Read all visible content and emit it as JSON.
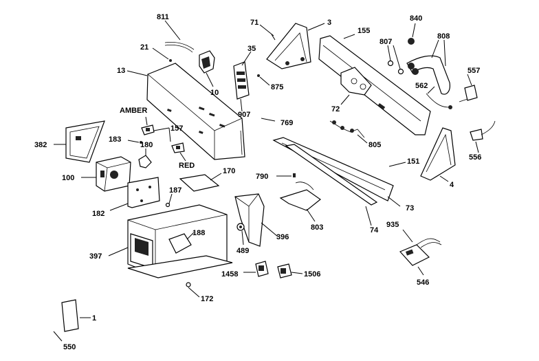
{
  "diagram": {
    "callouts": {
      "c811": "811",
      "c21": "21",
      "c13": "13",
      "c10": "10",
      "c35": "35",
      "c71": "71",
      "c3": "3",
      "c155": "155",
      "c840": "840",
      "c807": "807",
      "c808": "808",
      "c557": "557",
      "c562": "562",
      "c875": "875",
      "c72": "72",
      "c907": "907",
      "c769": "769",
      "c805": "805",
      "c382": "382",
      "c183": "183",
      "c180": "180",
      "c157": "157",
      "c100": "100",
      "c187": "187",
      "c170": "170",
      "c182": "182",
      "c790": "790",
      "c151": "151",
      "c556": "556",
      "c4": "4",
      "c73": "73",
      "c74": "74",
      "c803": "803",
      "c396": "396",
      "c489": "489",
      "c188": "188",
      "c397": "397",
      "c935": "935",
      "c546": "546",
      "c1458": "1458",
      "c1506": "1506",
      "c172": "172",
      "c1": "1",
      "c550": "550"
    },
    "color_labels": {
      "amber": "AMBER",
      "red": "RED"
    },
    "ink_color": "#000000",
    "paper_color": "#ffffff"
  }
}
